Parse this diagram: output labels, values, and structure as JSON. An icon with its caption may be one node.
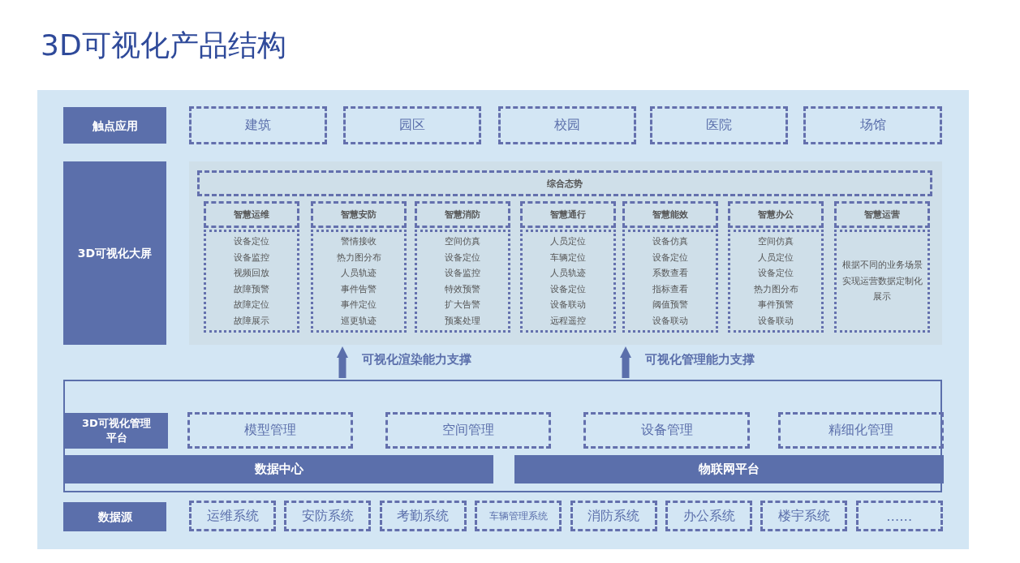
{
  "diagram": {
    "title": "3D可视化产品结构",
    "nodes": [
      {
        "text": [
          "触点应用"
        ]
      },
      {
        "text": [
          "建筑"
        ]
      },
      {
        "text": [
          "园区"
        ]
      },
      {
        "text": [
          "校园"
        ]
      },
      {
        "text": [
          "医院"
        ]
      },
      {
        "text": [
          "场馆"
        ]
      },
      {
        "text": [
          "3D可视化大屏"
        ]
      },
      {
        "text": [],
        "shape": "box"
      },
      {
        "text": [
          "综合态势"
        ],
        "in": 7
      },
      {
        "text": [
          "智慧运维"
        ],
        "in": 7
      },
      {
        "text": [
          "设备定位",
          "设备监控",
          "视频回放",
          "故障预警",
          "故障定位",
          "故障展示"
        ],
        "in": 7
      },
      {
        "text": [
          "智慧安防"
        ],
        "in": 7
      },
      {
        "text": [
          "警情接收",
          "热力图分布",
          "人员轨迹",
          "事件告警",
          "事件定位",
          "巡更轨迹"
        ],
        "in": 7
      },
      {
        "text": [
          "智慧消防"
        ],
        "in": 7
      },
      {
        "text": [
          "空间仿真",
          "设备定位",
          "设备监控",
          "特效预警",
          "扩大告警",
          "预案处理"
        ],
        "in": 7
      },
      {
        "text": [
          "智慧通行"
        ],
        "in": 7
      },
      {
        "text": [
          "人员定位",
          "车辆定位",
          "人员轨迹",
          "设备定位",
          "设备联动",
          "远程遥控"
        ],
        "in": 7
      },
      {
        "text": [
          "智慧能效"
        ],
        "in": 7
      },
      {
        "text": [
          "设备仿真",
          "设备定位",
          "系数查看",
          "指标查看",
          "阈值预警",
          "设备联动"
        ],
        "in": 7
      },
      {
        "text": [
          "智慧办公"
        ],
        "in": 7
      },
      {
        "text": [
          "空间仿真",
          "人员定位",
          "设备定位",
          "热力图分布",
          "事件预警",
          "设备联动"
        ],
        "in": 7
      },
      {
        "text": [
          "智慧运营"
        ],
        "in": 7
      },
      {
        "text": [
          "根据不同的业务场景实现运营数据定制化展示"
        ],
        "in": 7
      },
      {
        "text": [],
        "shape": "box"
      },
      {
        "text": [
          "3D可视化管理平台"
        ],
        "in": 23
      },
      {
        "text": [
          "模型管理"
        ],
        "in": 23
      },
      {
        "text": [
          "空间管理"
        ],
        "in": 23
      },
      {
        "text": [
          "设备管理"
        ],
        "in": 23
      },
      {
        "text": [
          "精细化管理"
        ],
        "in": 23
      },
      {
        "text": [
          "数据中心"
        ],
        "in": 23
      },
      {
        "text": [
          "物联网平台"
        ],
        "in": 23
      },
      {
        "text": [
          "数据源"
        ]
      },
      {
        "text": [
          "运维系统"
        ]
      },
      {
        "text": [
          "安防系统"
        ]
      },
      {
        "text": [
          "考勤系统"
        ]
      },
      {
        "text": [
          "车辆管理系统"
        ]
      },
      {
        "text": [
          "消防系统"
        ]
      },
      {
        "text": [
          "办公系统"
        ]
      },
      {
        "text": [
          "楼宇系统"
        ]
      },
      {
        "text": [
          "……"
        ]
      }
    ],
    "edges": [
      {
        "from": 23,
        "to": 7,
        "arrow": "to",
        "label": "可视化渲染能力支撑"
      },
      {
        "from": 23,
        "to": 7,
        "arrow": "to",
        "label": "可视化管理能力支撑"
      }
    ]
  }
}
